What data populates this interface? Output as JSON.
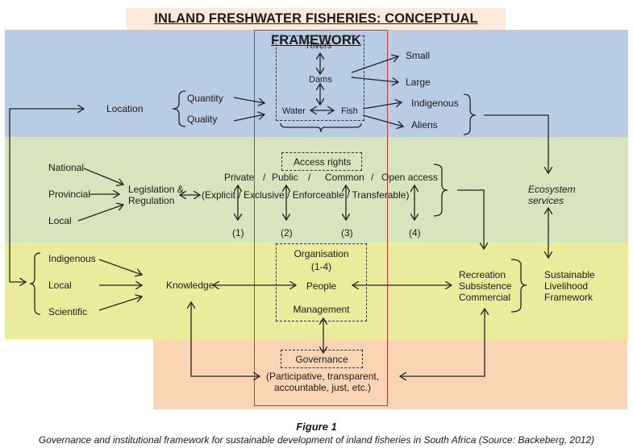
{
  "title": "INLAND FRESHWATER FISHERIES: CONCEPTUAL FRAMEWORK",
  "colors": {
    "band_resources": "#b8cce4",
    "band_rights": "#d7e4bd",
    "band_knowledge": "#eaec9c",
    "band_governance": "#fbd4b4",
    "title_bg": "#fde9d9",
    "frame": "#e03030"
  },
  "resources": {
    "location": "Location",
    "quantity": "Quantity",
    "quality": "Quality",
    "rivers": "Rivers",
    "dams": "Dams",
    "water": "Water",
    "fish": "Fish",
    "small": "Small",
    "large": "Large",
    "indigenous": "Indigenous",
    "aliens": "Aliens"
  },
  "rights": {
    "national": "National",
    "provincial": "Provincial",
    "local": "Local",
    "legislation_line1": "Legislation &",
    "legislation_line2": "Regulation",
    "access_rights": "Access rights",
    "private": "Private",
    "public": "Public",
    "common": "Common",
    "open_access": "Open access",
    "slash": "/",
    "attributes": "(Explicit / Exclusive / Enforceable /  Transferable)",
    "num1": "(1)",
    "num2": "(2)",
    "num3": "(3)",
    "num4": "(4)",
    "ecosystem_line1": "Ecosystem",
    "ecosystem_line2": "services"
  },
  "knowledge": {
    "indigenous": "Indigenous",
    "local": "Local",
    "scientific": "Scientific",
    "knowledge": "Knowledge",
    "organisation": "Organisation",
    "org_range": "(1-4)",
    "people": "People",
    "management": "Management",
    "recreation": "Recreation",
    "subsistence": "Subsistence",
    "commercial": "Commercial",
    "slf_line1": "Sustainable",
    "slf_line2": "Livelihood",
    "slf_line3": "Framework"
  },
  "governance": {
    "label": "Governance",
    "line1": "(Participative, transparent,",
    "line2": "accountable, just, etc.)"
  },
  "caption": {
    "figure": "Figure 1",
    "text": "Governance and institutional framework for sustainable development of inland fisheries in South Africa (Source: Backeberg, 2012)"
  }
}
